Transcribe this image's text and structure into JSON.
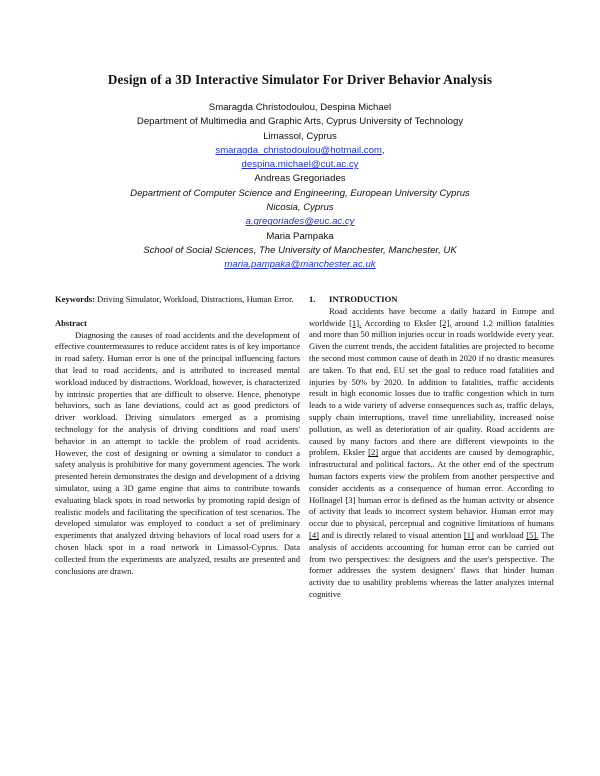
{
  "title": "Design of a 3D Interactive Simulator For Driver Behavior Analysis",
  "authors": {
    "names1": "Smaragda Christodoulou, Despina Michael",
    "dept1": "Department of Multimedia and Graphic Arts, Cyprus University of Technology",
    "city1": "Limassol, Cyprus",
    "email1": "smaragda_christodoulou@hotmail.com",
    "email2": "despina.michael@cut.ac.cy",
    "name2": "Andreas Gregoriades",
    "dept2": "Department of Computer Science and Engineering, European University Cyprus",
    "city2": "Nicosia, Cyprus",
    "email3": "a.gregoriades@euc.ac.cy",
    "name3": "Maria Pampaka",
    "dept3": "School of Social Sciences, The University of Manchester, Manchester, UK",
    "email4": "maria.pampaka@manchester.ac.uk"
  },
  "keywords": {
    "label": "Keywords:",
    "text": "Driving Simulator, Workload, Distractions, Human Error."
  },
  "abstract": {
    "heading": "Abstract",
    "body": "Diagnosing the causes of road accidents and the development of effective countermeasures to reduce accident rates is of key importance in road safety. Human error is one of the principal influencing factors that lead to road accidents, and is attributed to increased mental workload induced by distractions. Workload, however, is characterized by intrinsic properties that are difficult to observe. Hence, phenotype behaviors, such as lane deviations, could act as good predictors of driver workload. Driving simulators emerged as a promising technology for the analysis of driving conditions and road users' behavior in an attempt to tackle the problem of road accidents. However, the cost of designing or owning a simulator to conduct a safety analysis is prohibitive for many government agencies. The work presented herein demonstrates the design and development of a driving simulator, using a 3D game engine that aims to contribute towards evaluating black spots in road networks by promoting rapid design of realistic models and facilitating the specification of test scenarios. The developed simulator was employed to conduct a set of preliminary experiments that analyzed driving behaviors of local road users for a chosen black spot in a road network in Limassol-Cyprus. Data collected from the experiments are analyzed, results are presented and conclusions are drawn."
  },
  "intro": {
    "number": "1.",
    "heading": "INTRODUCTION",
    "s1": "Road accidents have become a daily hazard in Europe and worldwide",
    "r1": "[1].",
    "s2": " According to Eksler",
    "r2": "[2],",
    "s3": " around 1.2 million fatalities and more than 50 million injuries occur in roads worldwide every year. Given the current trends, the accident fatalities are projected to become the second most common cause of death in 2020 if no drastic measures are taken. To that end, EU set the goal to reduce road fatalities and injuries by 50% by 2020. In addition to fatalities, traffic accidents result in high economic losses due to traffic congestion which in turn leads to a wide variety of adverse consequences such as, traffic delays, supply chain interruptions, travel time unreliability, increased noise pollution, as well as deterioration of air quality. Road accidents are caused by many factors and there are different viewpoints to the problem. Eksler",
    "r3": "[2]",
    "s4": " argue that accidents are caused by demographic, infrastructural and political factors.. At the other end of the spectrum human factors experts view the problem from another perspective and consider accidents as a consequence of human error. According to Hollnagel [3] human error is defined as the human activity or absence of activity that leads to incorrect system behavior. Human error may occur due to physical, perceptual and cognitive limitations of humans",
    "r4": "[4]",
    "s5": " and is directly related to visual attention",
    "r5": "[1]",
    "s6": " and workload",
    "r6": "[5].",
    "s7": " The analysis of accidents accounting for human error can be carried out from two perspectives: the designers and the user's perspective. The former addresses the system designers' flaws that hinder human activity due to usability problems whereas the latter analyzes internal cognitive"
  }
}
